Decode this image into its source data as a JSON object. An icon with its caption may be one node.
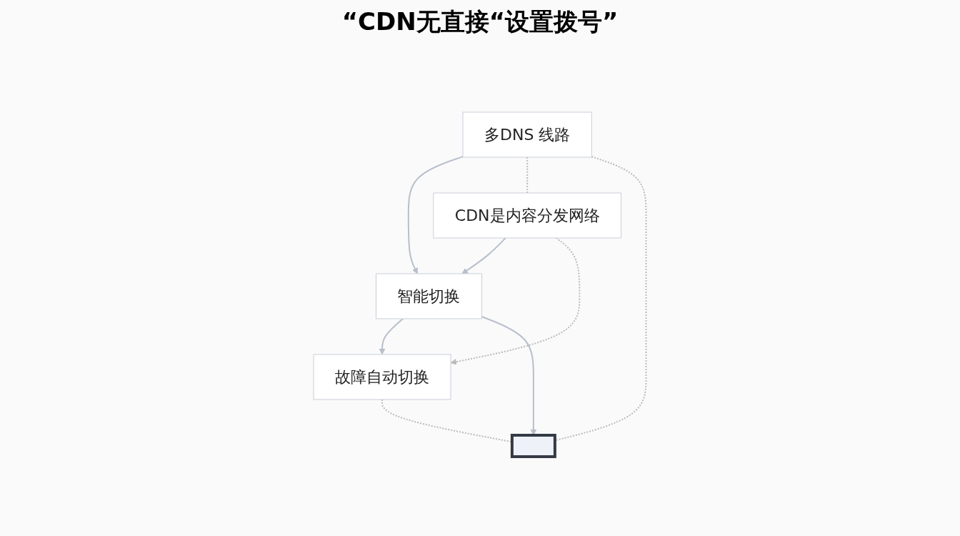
{
  "diagram": {
    "title": "“CDN无直接“设置拨号”",
    "nodes": [
      {
        "text": [
          "CDN是内容分发网络"
        ]
      },
      {
        "text": [
          "多DNS 线路"
        ]
      },
      {
        "text": [
          "智能切换"
        ]
      },
      {
        "text": [
          "故障自动切换"
        ]
      },
      {
        "text": [],
        "shape": "box"
      }
    ],
    "edges": [
      {
        "from": 0,
        "to": 2,
        "arrow": "to"
      },
      {
        "from": 1,
        "to": 2,
        "arrow": "to"
      },
      {
        "from": 2,
        "to": 3,
        "arrow": "to"
      },
      {
        "from": 2,
        "to": 4,
        "arrow": "to"
      },
      {
        "from": 1,
        "to": 0,
        "arrow": "none",
        "style": "dashed"
      },
      {
        "from": 0,
        "to": 3,
        "arrow": "to",
        "style": "dashed"
      },
      {
        "from": 1,
        "to": 4,
        "arrow": "none",
        "style": "dashed"
      },
      {
        "from": 3,
        "to": 4,
        "arrow": "none",
        "style": "dashed"
      }
    ]
  }
}
